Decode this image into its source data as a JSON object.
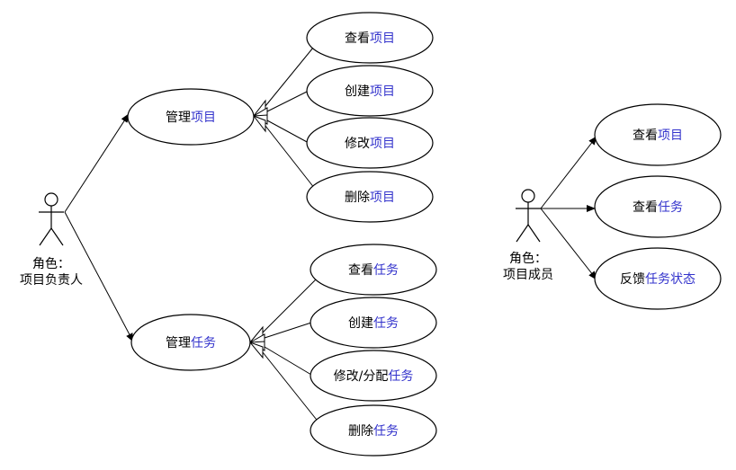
{
  "colors": {
    "text": "#000000",
    "highlight": "#3333cc",
    "stroke": "#000000",
    "background": "#ffffff"
  },
  "actors": {
    "manager": {
      "line1": "角色：",
      "line2": "项目负责人"
    },
    "member": {
      "line1": "角色：",
      "line2": "项目成员"
    }
  },
  "use_cases": {
    "manage_project": {
      "prefix": "管理",
      "highlight": "项目"
    },
    "manage_task": {
      "prefix": "管理",
      "highlight": "任务"
    },
    "view_project": {
      "prefix": "查看",
      "highlight": "项目"
    },
    "create_project": {
      "prefix": "创建",
      "highlight": "项目"
    },
    "modify_project": {
      "prefix": "修改",
      "highlight": "项目"
    },
    "delete_project": {
      "prefix": "删除",
      "highlight": "项目"
    },
    "view_task": {
      "prefix": "查看",
      "highlight": "任务"
    },
    "create_task": {
      "prefix": "创建",
      "highlight": "任务"
    },
    "modify_assign_task": {
      "prefix": "修改/分配",
      "highlight": "任务"
    },
    "delete_task": {
      "prefix": "删除",
      "highlight": "任务"
    },
    "member_view_project": {
      "prefix": "查看",
      "highlight": "项目"
    },
    "member_view_task": {
      "prefix": "查看",
      "highlight": "任务"
    },
    "feedback_task_status": {
      "prefix": "反馈",
      "highlight": "任务状态"
    }
  }
}
